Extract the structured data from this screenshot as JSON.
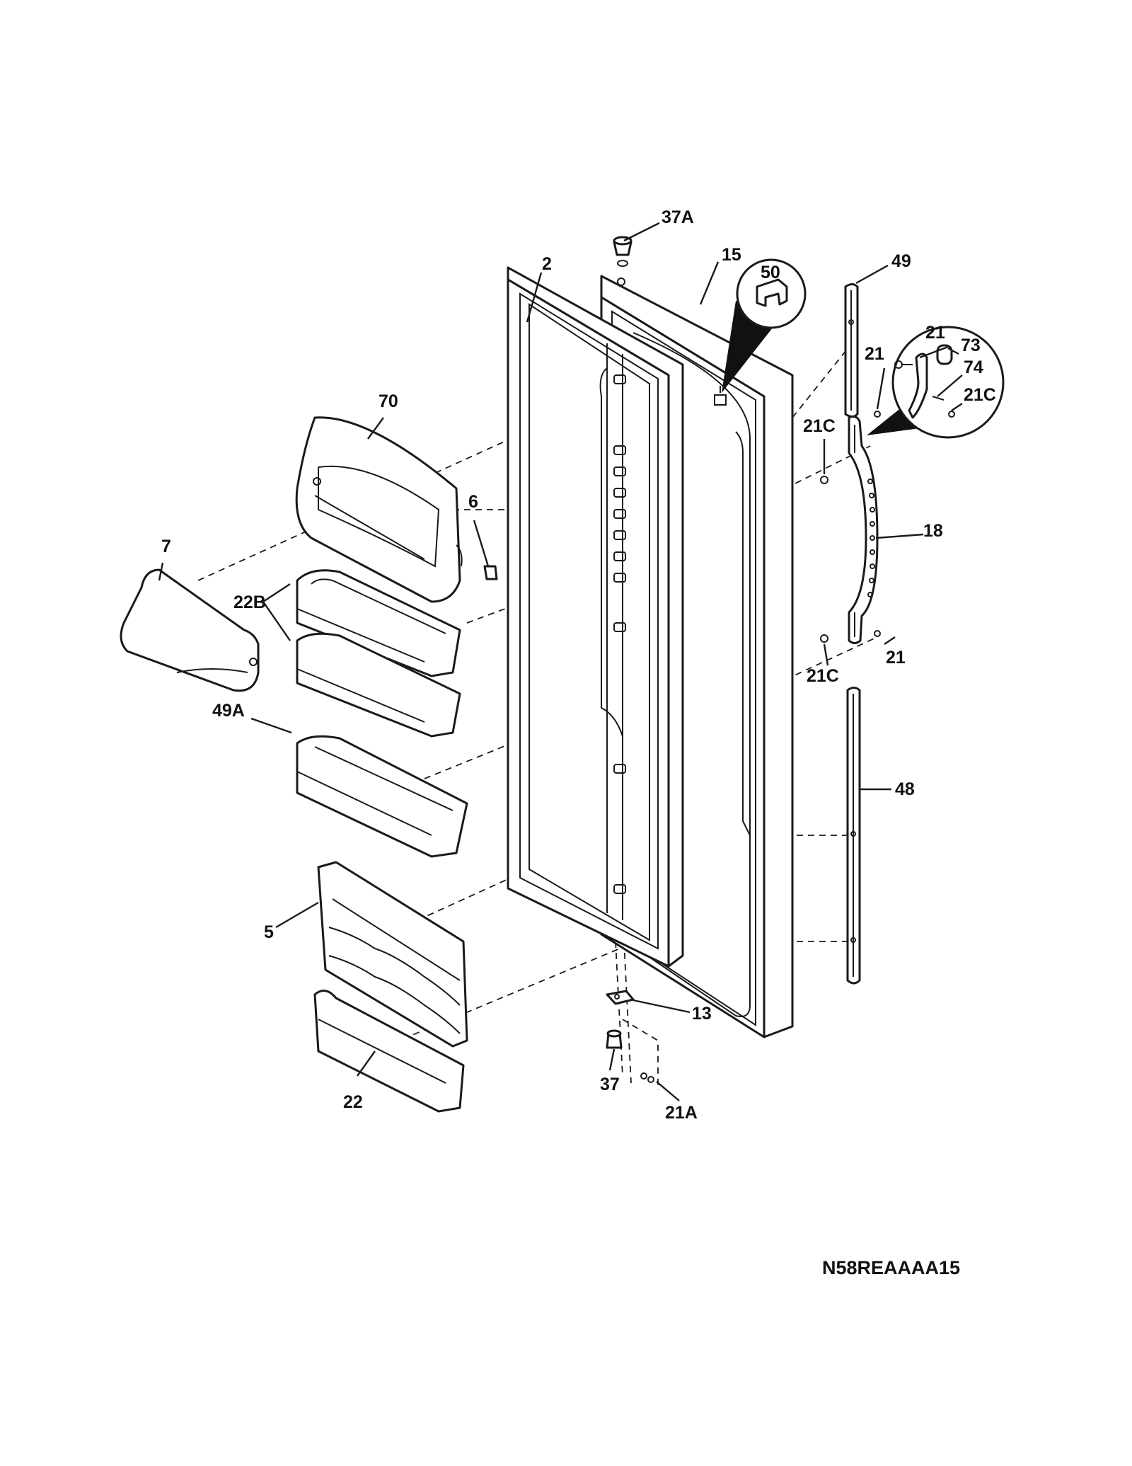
{
  "diagram": {
    "drawing_code": "N58REAAAA15",
    "parts": [
      {
        "id": "2",
        "label": "2"
      },
      {
        "id": "5",
        "label": "5"
      },
      {
        "id": "6",
        "label": "6"
      },
      {
        "id": "7",
        "label": "7"
      },
      {
        "id": "13",
        "label": "13"
      },
      {
        "id": "15",
        "label": "15"
      },
      {
        "id": "18",
        "label": "18"
      },
      {
        "id": "21-a",
        "label": "21"
      },
      {
        "id": "21-b",
        "label": "21"
      },
      {
        "id": "21-c",
        "label": "21"
      },
      {
        "id": "21A",
        "label": "21A"
      },
      {
        "id": "21C-a",
        "label": "21C"
      },
      {
        "id": "21C-b",
        "label": "21C"
      },
      {
        "id": "21C-c",
        "label": "21C"
      },
      {
        "id": "22",
        "label": "22"
      },
      {
        "id": "22B",
        "label": "22B"
      },
      {
        "id": "37",
        "label": "37"
      },
      {
        "id": "37A",
        "label": "37A"
      },
      {
        "id": "48",
        "label": "48"
      },
      {
        "id": "49",
        "label": "49"
      },
      {
        "id": "49A",
        "label": "49A"
      },
      {
        "id": "50",
        "label": "50"
      },
      {
        "id": "70",
        "label": "70"
      },
      {
        "id": "73",
        "label": "73"
      },
      {
        "id": "74",
        "label": "74"
      }
    ]
  }
}
